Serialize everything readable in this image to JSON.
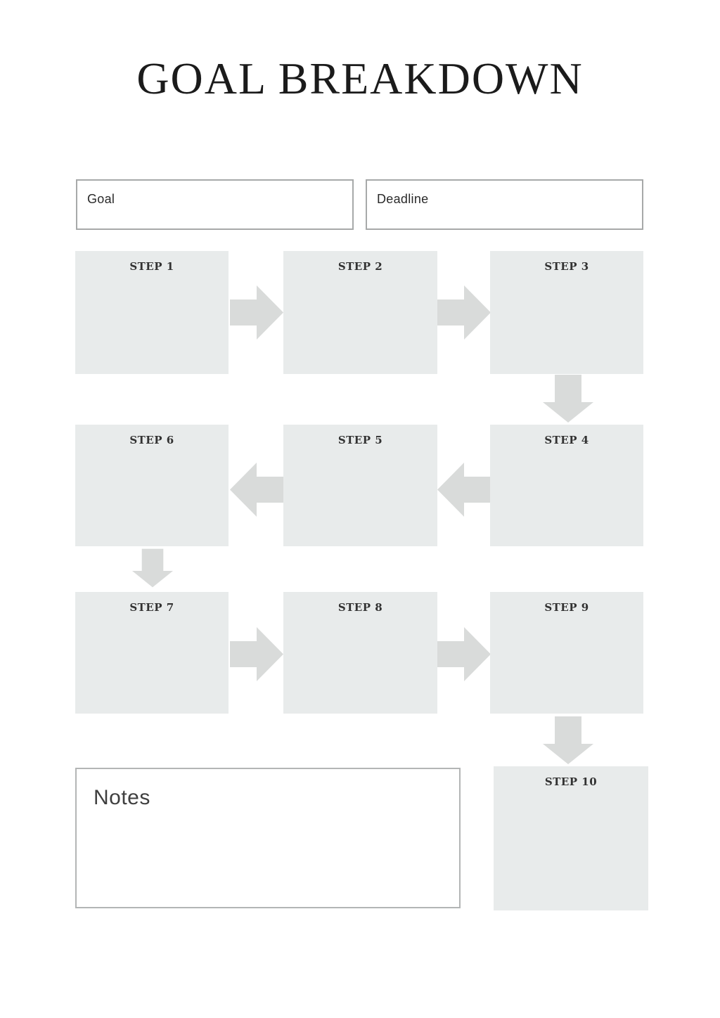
{
  "title": "GOAL BREAKDOWN",
  "fields": {
    "goal": {
      "label": "Goal",
      "value": ""
    },
    "deadline": {
      "label": "Deadline",
      "value": ""
    }
  },
  "steps": [
    {
      "label": "STEP 1",
      "content": ""
    },
    {
      "label": "STEP 2",
      "content": ""
    },
    {
      "label": "STEP 3",
      "content": ""
    },
    {
      "label": "STEP 4",
      "content": ""
    },
    {
      "label": "STEP 5",
      "content": ""
    },
    {
      "label": "STEP 6",
      "content": ""
    },
    {
      "label": "STEP 7",
      "content": ""
    },
    {
      "label": "STEP 8",
      "content": ""
    },
    {
      "label": "STEP 9",
      "content": ""
    },
    {
      "label": "STEP 10",
      "content": ""
    }
  ],
  "notes": {
    "label": "Notes",
    "content": ""
  },
  "flow_order": [
    "STEP 1",
    "STEP 2",
    "STEP 3",
    "STEP 4",
    "STEP 5",
    "STEP 6",
    "STEP 7",
    "STEP 8",
    "STEP 9",
    "STEP 10"
  ],
  "icons": {
    "arrow-right-icon": "➡",
    "arrow-left-icon": "⬅",
    "arrow-down-icon": "⬇"
  },
  "colors": {
    "page_background": "#ffffff",
    "step_box_fill": "#e8ebeb",
    "arrow_fill": "#d9dbda",
    "field_border": "#a7a9a9",
    "notes_border": "#b3b5b5",
    "title_text": "#1b1b1b",
    "step_label_text": "#323232"
  }
}
